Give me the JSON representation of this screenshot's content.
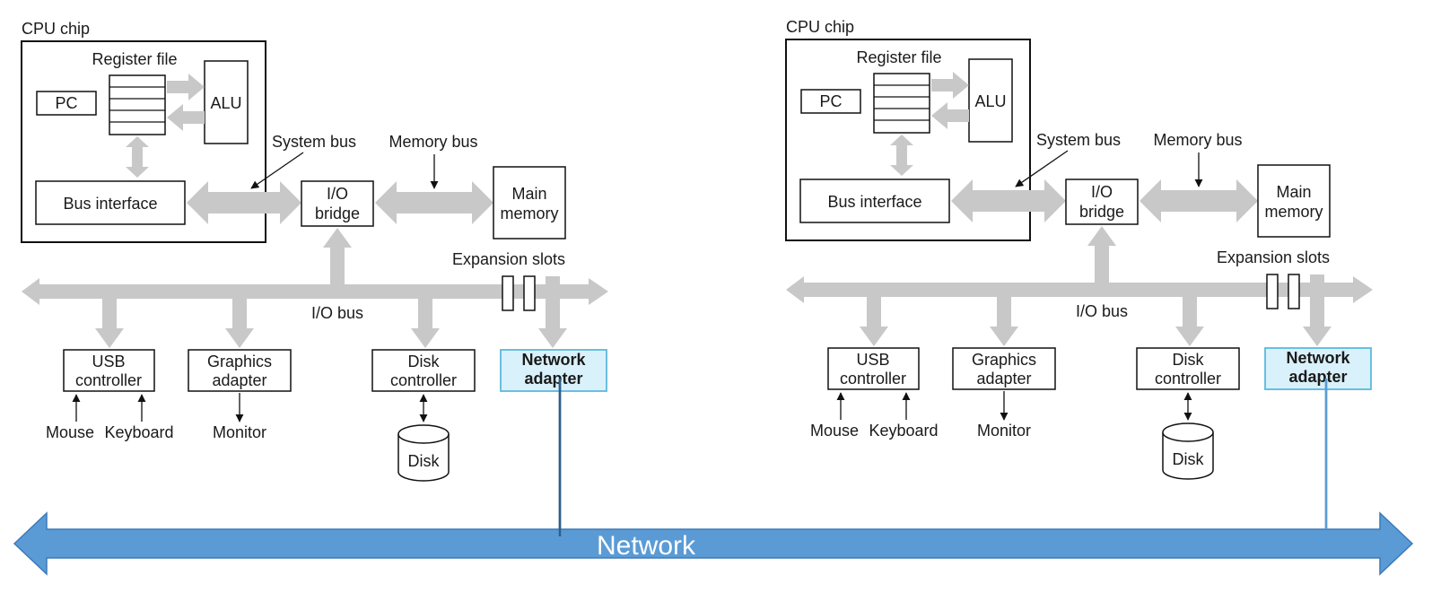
{
  "colors": {
    "bus_gray": "#c8c8c8",
    "network_blue": "#5b9bd5",
    "adapter_fill": "#d9f1fb",
    "adapter_stroke": "#5bb9dd",
    "network_link": "#2e5f8a"
  },
  "computers": [
    {
      "cpu_chip": "CPU chip",
      "register_file": "Register file",
      "pc": "PC",
      "alu": "ALU",
      "system_bus": "System bus",
      "memory_bus": "Memory bus",
      "bus_interface": "Bus interface",
      "io_bridge": [
        "I/O",
        "bridge"
      ],
      "main_memory": [
        "Main",
        "memory"
      ],
      "expansion_slots": "Expansion slots",
      "io_bus": "I/O bus",
      "usb_controller": [
        "USB",
        "controller"
      ],
      "graphics_adapter": [
        "Graphics",
        "adapter"
      ],
      "disk_controller": [
        "Disk",
        "controller"
      ],
      "network_adapter": [
        "Network",
        "adapter"
      ],
      "mouse": "Mouse",
      "keyboard": "Keyboard",
      "monitor": "Monitor",
      "disk": "Disk"
    },
    {
      "cpu_chip": "CPU chip",
      "register_file": "Register file",
      "pc": "PC",
      "alu": "ALU",
      "system_bus": "System bus",
      "memory_bus": "Memory bus",
      "bus_interface": "Bus interface",
      "io_bridge": [
        "I/O",
        "bridge"
      ],
      "main_memory": [
        "Main",
        "memory"
      ],
      "expansion_slots": "Expansion slots",
      "io_bus": "I/O bus",
      "usb_controller": [
        "USB",
        "controller"
      ],
      "graphics_adapter": [
        "Graphics",
        "adapter"
      ],
      "disk_controller": [
        "Disk",
        "controller"
      ],
      "network_adapter": [
        "Network",
        "adapter"
      ],
      "mouse": "Mouse",
      "keyboard": "Keyboard",
      "monitor": "Monitor",
      "disk": "Disk"
    }
  ],
  "network": {
    "label": "Network"
  }
}
